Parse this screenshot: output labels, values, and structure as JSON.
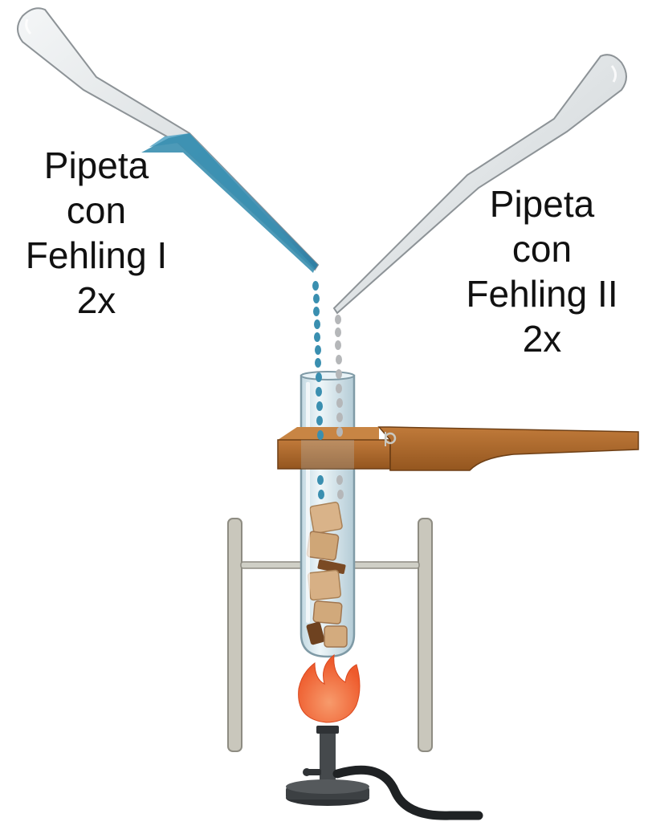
{
  "labels": {
    "left": [
      "Pipeta",
      "con",
      "Fehling I",
      "2x"
    ],
    "right": [
      "Pipeta",
      "con",
      "Fehling II",
      "2x"
    ]
  },
  "colors": {
    "fehling_1": "#3a8fb0",
    "fehling_2": "#b5b7b9",
    "clamp_wood": "#a8672c",
    "flame": "#f0663a",
    "stand": "#c9c7bc",
    "burner": "#3a3d40"
  },
  "icons": [
    "pipette-icon",
    "test-tube-icon",
    "clamp-icon",
    "stand-icon",
    "flame-icon",
    "bunsen-burner-icon"
  ]
}
